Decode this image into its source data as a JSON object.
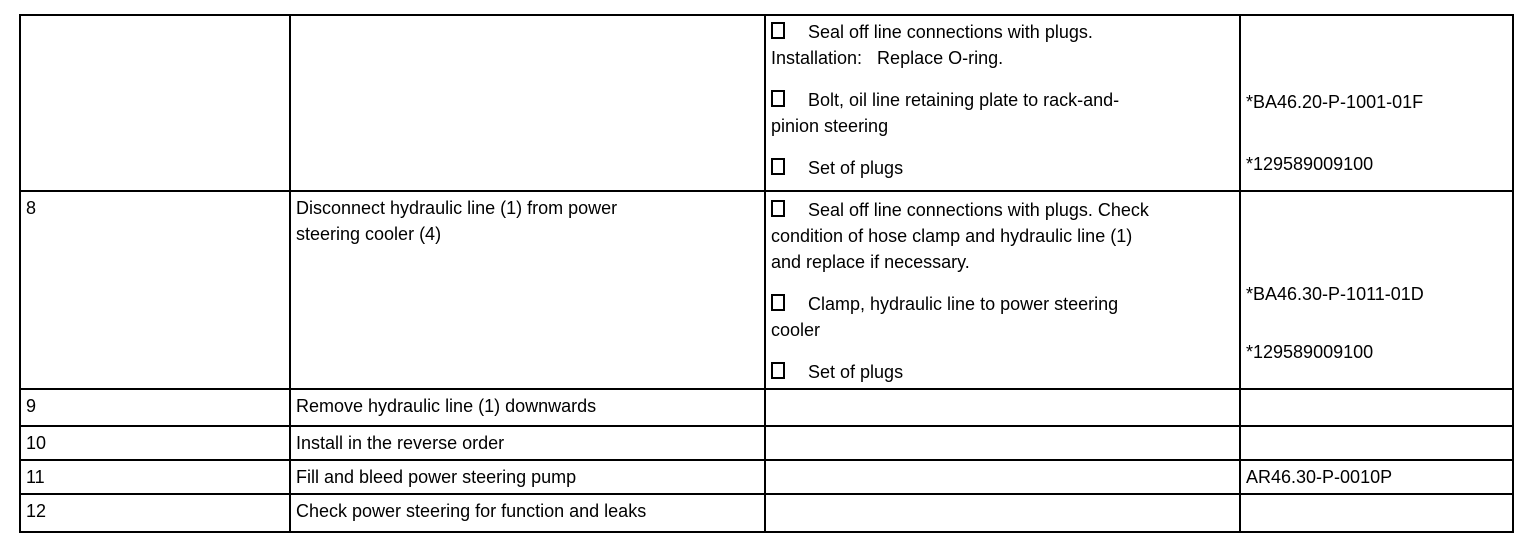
{
  "document": {
    "kind": "repair-procedure-table",
    "bullet_icon": "empty-square",
    "colors": {
      "background": "#ffffff",
      "text": "#000000",
      "border": "#000000"
    }
  },
  "table": {
    "rows": [
      {
        "step": "",
        "operation": "",
        "notes": [
          {
            "text": "Seal off line connections with plugs.\nInstallation:   Replace O-ring."
          },
          {
            "text": "Bolt, oil line retaining plate to rack-and-\npinion steering"
          },
          {
            "text": "Set of plugs"
          }
        ],
        "refs": [
          "*BA46.20-P-1001-01F",
          "*129589009100"
        ]
      },
      {
        "step": "8",
        "operation": "Disconnect hydraulic line (1) from power\nsteering cooler (4)",
        "notes": [
          {
            "text": "Seal off line connections with plugs. Check\ncondition of hose clamp and hydraulic line (1)\nand replace if necessary."
          },
          {
            "text": "Clamp, hydraulic line to power steering\ncooler"
          },
          {
            "text": "Set of plugs"
          }
        ],
        "refs": [
          "*BA46.30-P-1011-01D",
          "*129589009100"
        ]
      },
      {
        "step": "9",
        "operation": "Remove hydraulic line (1) downwards",
        "notes": [],
        "refs": []
      },
      {
        "step": "10",
        "operation": "Install in the reverse order",
        "notes": [],
        "refs": []
      },
      {
        "step": "11",
        "operation": "Fill and bleed power steering pump",
        "notes": [],
        "refs": [
          "AR46.30-P-0010P"
        ]
      },
      {
        "step": "12",
        "operation": "Check power steering for function and leaks",
        "notes": [],
        "refs": []
      }
    ]
  }
}
